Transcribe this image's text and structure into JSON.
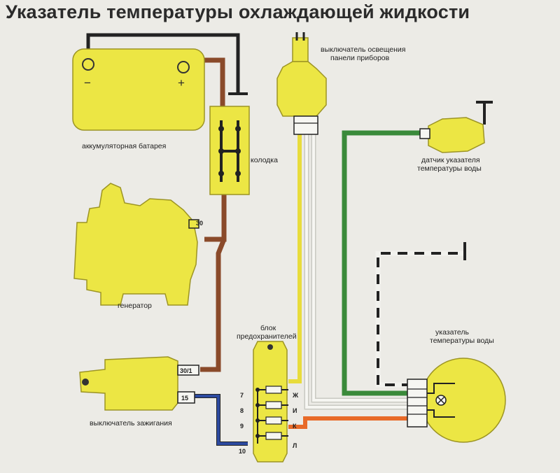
{
  "title": "Указатель температуры охлаждающей жидкости",
  "labels": {
    "battery": "аккумуляторная батарея",
    "battery_minus": "−",
    "battery_plus": "+",
    "connector_block": "колодка",
    "generator": "генератор",
    "generator_terminal": "30",
    "ignition_switch": "выключатель зажигания",
    "ignition_terminal_30": "30/1",
    "ignition_terminal_15": "15",
    "lighting_switch_line1": "выключатель освещения",
    "lighting_switch_line2": "панели приборов",
    "temp_sensor_line1": "датчик указателя",
    "temp_sensor_line2": "температуры воды",
    "temp_gauge_line1": "указатель",
    "temp_gauge_line2": "температуры воды",
    "fuse_block_line1": "блок",
    "fuse_block_line2": "предохранителей"
  },
  "fuse_pins": {
    "left": [
      "7",
      "8",
      "9",
      "10"
    ],
    "right": [
      "Ж",
      "И",
      "К",
      "Л"
    ]
  },
  "wire_colors": {
    "brown": "#8a4a2a",
    "yellow": "#e8dc3c",
    "white": "#f6f6f2",
    "green": "#3a8a3a",
    "blue": "#2c4aa0",
    "orange": "#e86a28",
    "black": "#222222",
    "component_yellow": "#ece644"
  }
}
